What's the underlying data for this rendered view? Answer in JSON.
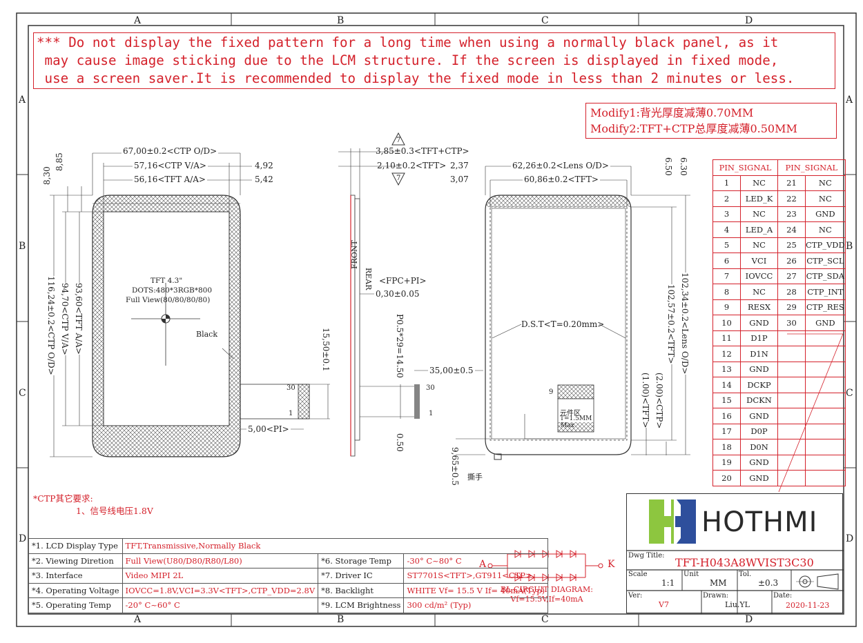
{
  "grid": {
    "cols": [
      "A",
      "B",
      "C",
      "D"
    ],
    "rows": [
      "A",
      "B",
      "C",
      "D"
    ]
  },
  "warning": {
    "line1": "*** Do not display the fixed pattern for a long time when using a normally black panel, as it",
    "line2": " may cause image sticking due to the LCM structure. If the screen is displayed in fixed mode,",
    "line3": " use a screen saver.It is recommended to display the fixed mode in less than 2 minutes or less."
  },
  "modify": {
    "m1": "Modify1:背光厚度减薄0.70MM",
    "m2": "Modify2:TFT+CTP总厚度减薄0.50MM"
  },
  "front_view": {
    "dim_ctp_od": "67,00±0.2<CTP O/D>",
    "dim_ctp_va": "57,16<CTP V/A>",
    "dim_tft_aa": "56,16<TFT A/A>",
    "dim_492": "4,92",
    "dim_542": "5,42",
    "dim_885": "8,85",
    "dim_830": "8,30",
    "dim_h_ctp_od": "116,24±0.2<CTP O/D>",
    "dim_h_ctp_va": "94,70<CTP V/A>",
    "dim_h_tft_aa": "93,60<TFT A/A>",
    "dim_fpc": "15,50±0.1",
    "dim_pi": "5,00<PI>",
    "pin30": "30",
    "pin1": "1",
    "tft_line1": "TFT 4.3\"",
    "tft_line2": "DOTS:480*3RGB*800",
    "tft_line3": "Full View(80/80/80/80)",
    "black": "Black"
  },
  "side_view": {
    "warn_sym": "7",
    "dim_total": "3,85±0.3<TFT+CTP>",
    "dim_tft": "2,10±0.2<TFT>",
    "front": "FRONT",
    "rear": "REAR",
    "fpc_pi": "<FPC+PI>",
    "dim_fpc_t": "0,30±0.05",
    "pitch": "P0.5*29=14.50",
    "dim_35": "35,00±0.5",
    "dim_050": "0.50",
    "pin30": "30",
    "pin1": "1"
  },
  "rear_view": {
    "dim_237": "2,37",
    "dim_307": "3,07",
    "dim_lens_od": "62,26±0.2<Lens O/D>",
    "dim_tft_w": "60,86±0.2<TFT>",
    "dim_650": "6.50",
    "dim_630": "6.30",
    "dim_lens_h": "102,34±0.2<Lens O/D>",
    "dim_tft_h": "102,57±0.2<TFT>",
    "dst": "D.S.T<T=0.20mm>",
    "dim_ctp2": "(2.00)<CTP>",
    "dim_tft1": "(1.00)<TFT>",
    "dim_965": "9,65±0.5",
    "tear": "撕手",
    "comp1": "元件区",
    "comp2": "T=1.5MM",
    "comp3": "Max",
    "pin9": "9"
  },
  "pins": {
    "header": "PIN_SIGNAL",
    "rows": [
      {
        "n1": "1",
        "s1": "NC",
        "n2": "21",
        "s2": "NC"
      },
      {
        "n1": "2",
        "s1": "LED_K",
        "n2": "22",
        "s2": "NC"
      },
      {
        "n1": "3",
        "s1": "NC",
        "n2": "23",
        "s2": "GND"
      },
      {
        "n1": "4",
        "s1": "LED_A",
        "n2": "24",
        "s2": "NC"
      },
      {
        "n1": "5",
        "s1": "NC",
        "n2": "25",
        "s2": "CTP_VDD"
      },
      {
        "n1": "6",
        "s1": "VCI",
        "n2": "26",
        "s2": "CTP_SCL"
      },
      {
        "n1": "7",
        "s1": "IOVCC",
        "n2": "27",
        "s2": "CTP_SDA"
      },
      {
        "n1": "8",
        "s1": "NC",
        "n2": "28",
        "s2": "CTP_INT"
      },
      {
        "n1": "9",
        "s1": "RESX",
        "n2": "29",
        "s2": "CTP_RES"
      },
      {
        "n1": "10",
        "s1": "GND",
        "n2": "30",
        "s2": "GND"
      },
      {
        "n1": "11",
        "s1": "D1P",
        "n2": "",
        "s2": ""
      },
      {
        "n1": "12",
        "s1": "D1N",
        "n2": "",
        "s2": ""
      },
      {
        "n1": "13",
        "s1": "GND",
        "n2": "",
        "s2": ""
      },
      {
        "n1": "14",
        "s1": "DCKP",
        "n2": "",
        "s2": ""
      },
      {
        "n1": "15",
        "s1": "DCKN",
        "n2": "",
        "s2": ""
      },
      {
        "n1": "16",
        "s1": "GND",
        "n2": "",
        "s2": ""
      },
      {
        "n1": "17",
        "s1": "D0P",
        "n2": "",
        "s2": ""
      },
      {
        "n1": "18",
        "s1": "D0N",
        "n2": "",
        "s2": ""
      },
      {
        "n1": "19",
        "s1": "GND",
        "n2": "",
        "s2": ""
      },
      {
        "n1": "20",
        "s1": "GND",
        "n2": "",
        "s2": ""
      }
    ]
  },
  "ctp_note": {
    "title": "*CTP其它要求:",
    "item": "1、信号线电压1.8V"
  },
  "spec": {
    "rows": [
      {
        "k1": "*1. LCD Display Type",
        "v1": "TFT,Transmissive,Normally Black",
        "k2": "",
        "v2": ""
      },
      {
        "k1": "*2. Viewing Diretion",
        "v1": "Full View(U80/D80/R80/L80)",
        "k2": "*6. Storage Temp",
        "v2": "-30° C~80° C"
      },
      {
        "k1": "*3. Interface",
        "v1": "Video MIPI 2L",
        "k2": "*7. Driver IC",
        "v2": "ST7701S<TFT>,GT911<CTP>"
      },
      {
        "k1": "*4. Operating Voltage",
        "v1": "IOVCC=1.8V,VCI=3.3V<TFT>,CTP_VDD=2.8V",
        "k2": "*8. Backlight",
        "v2": "WHITE Vf= 15.5 V If= 40mA(Typ)"
      },
      {
        "k1": "*5. Operating Temp",
        "v1": "-20° C~60° C",
        "k2": "*9. LCM Brightness",
        "v2": "300 cd/m² (Typ)"
      }
    ]
  },
  "backlight": {
    "a": "A",
    "k": "K",
    "cap1": "BL CIRCUIT DIAGRAM:",
    "cap2": "Vf=15.5V,If=40mA"
  },
  "titleblock": {
    "brand": "HOTHMI",
    "dwg_label": "Dwg Title:",
    "dwg_title": "TFT-H043A8WVIST3C30",
    "scale_label": "Scale",
    "scale": "1:1",
    "unit_label": "Unit",
    "unit": "MM",
    "tol_label": "Tol.",
    "tol": "±0.3",
    "ver_label": "Ver:",
    "ver": "V7",
    "drawn_label": "Drawn:",
    "drawn": "Liu.YL",
    "date_label": "Date:",
    "date": "2020-11-23"
  },
  "colors": {
    "red": "#d4202a",
    "line": "#333333",
    "logo_blue": "#2e4f9c",
    "logo_green": "#8dc63f"
  }
}
